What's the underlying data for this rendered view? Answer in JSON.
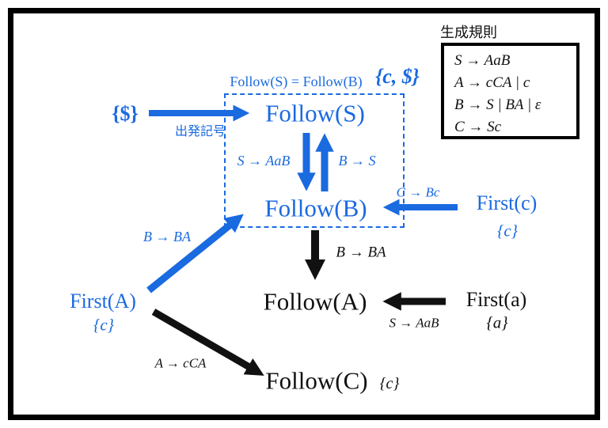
{
  "colors": {
    "blue": "#1a6ae0",
    "black": "#111111"
  },
  "rules_panel": {
    "title": "生成規則",
    "rules": [
      "S → AaB",
      "A → cCA | c",
      "B → S | BA | ε",
      "C → Sc"
    ]
  },
  "nodes": {
    "follow_s": "Follow(S)",
    "follow_b": "Follow(B)",
    "follow_a": "Follow(A)",
    "follow_c": "Follow(C)",
    "first_c": "First(c)",
    "first_A": "First(A)",
    "first_a": "First(a)"
  },
  "sets": {
    "start": "{$}",
    "follow_sb": "{c, $}",
    "first_c": "{c}",
    "first_A": "{c}",
    "first_a": "{a}",
    "follow_c": "{c}"
  },
  "annotations": {
    "equivalence": "Follow(S) = Follow(B)",
    "start_symbol": "出発記号",
    "s_to_aab_inner": "S → AaB",
    "b_to_s": "B → S",
    "c_to_bc": "C → Bc",
    "b_to_ba_blue": "B → BA",
    "b_to_ba_black": "B → BA",
    "s_to_aab_black": "S → AaB",
    "a_to_cca": "A → cCA"
  }
}
